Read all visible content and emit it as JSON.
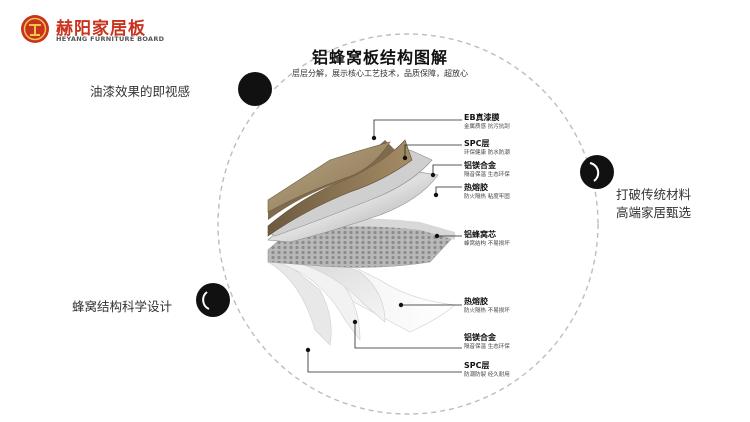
{
  "brand": {
    "name_cn": "赫阳家居板",
    "name_en": "HEYANG FURNITURE BOARD",
    "logo_color": "#c8331e"
  },
  "header": {
    "title": "铝蜂窝板结构图解",
    "subtitle": "层层分解，展示核心工艺技术，品质保障，超放心"
  },
  "features": {
    "paint_effect": "油漆效果的即视感",
    "break_tradition": "打破传统材料",
    "premium_choice": "高端家居甄选",
    "honeycomb_design": "蜂窝结构科学设计"
  },
  "layers": [
    {
      "name": "EB真漆膜",
      "desc": "金属质感  抗污抗刮"
    },
    {
      "name": "SPC层",
      "desc": "环保健康 防水防潮"
    },
    {
      "name": "铝镁合金",
      "desc": "隔音保温 生态环保"
    },
    {
      "name": "热熔胶",
      "desc": "防火隔热 粘度牢固"
    },
    {
      "name": "铝蜂窝芯",
      "desc": "蜂窝结构 不易损坏"
    },
    {
      "name": "热熔胶",
      "desc": "防火隔热 不易损坏"
    },
    {
      "name": "铝镁合金",
      "desc": "隔音保温 生态环保"
    },
    {
      "name": "SPC层",
      "desc": "防潮防裂 经久耐用"
    }
  ],
  "colors": {
    "accent_red": "#c8331e",
    "circle_dash": "#bbbbbb",
    "dot": "#111111"
  }
}
